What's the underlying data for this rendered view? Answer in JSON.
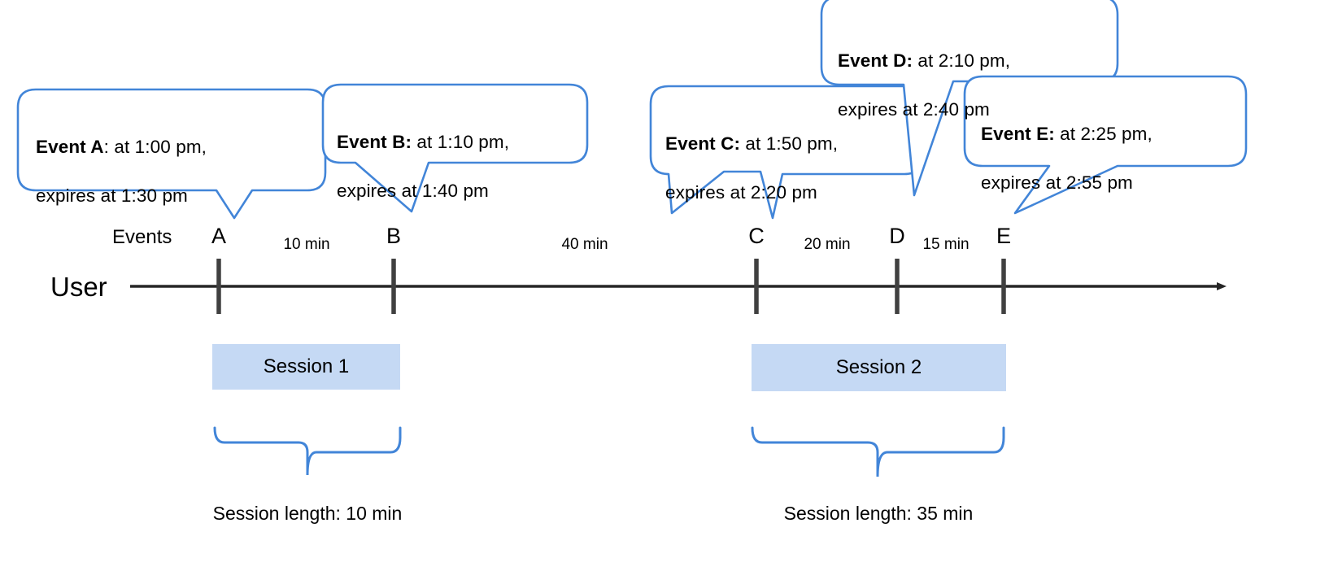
{
  "diagram": {
    "title": "User session timeline with event expiry callouts",
    "accent_color": "#4285d8",
    "session_fill": "#c5d9f4",
    "axis_color": "#404040",
    "text_color": "#000000"
  },
  "callouts": [
    {
      "id": "event-a",
      "event_name": "Event A",
      "separator": ":",
      "line1_rest": " at 1:00 pm,",
      "line2": "expires at 1:30 pm",
      "full_text": "Event A: at 1:00 pm, expires at 1:30 pm",
      "start_time": "1:00 pm",
      "expires_time": "1:30 pm"
    },
    {
      "id": "event-b",
      "event_name": "Event B:",
      "separator": "",
      "line1_rest": " at 1:10 pm,",
      "line2": "expires at 1:40 pm",
      "full_text": "Event B: at 1:10 pm, expires at 1:40 pm",
      "start_time": "1:10 pm",
      "expires_time": "1:40 pm"
    },
    {
      "id": "event-c",
      "event_name": "Event C:",
      "separator": "",
      "line1_rest": " at 1:50 pm,",
      "line2": "expires at 2:20 pm",
      "full_text": "Event C: at 1:50 pm, expires at 2:20 pm",
      "start_time": "1:50 pm",
      "expires_time": "2:20 pm"
    },
    {
      "id": "event-d",
      "event_name": "Event D:",
      "separator": "",
      "line1_rest": " at 2:10 pm,",
      "line2": "expires at 2:40 pm",
      "full_text": "Event D: at 2:10 pm, expires at 2:40 pm",
      "start_time": "2:10 pm",
      "expires_time": "2:40 pm"
    },
    {
      "id": "event-e",
      "event_name": "Event E:",
      "separator": "",
      "line1_rest": " at 2:25 pm,",
      "line2": "expires at 2:55 pm",
      "full_text": "Event E: at 2:25 pm, expires at 2:55 pm",
      "start_time": "2:25 pm",
      "expires_time": "2:55 pm"
    }
  ],
  "axis": {
    "row_label": "User",
    "events_label": "Events",
    "ticks": [
      {
        "letter": "A"
      },
      {
        "letter": "B"
      },
      {
        "letter": "C"
      },
      {
        "letter": "D"
      },
      {
        "letter": "E"
      }
    ],
    "gaps": [
      {
        "label": "10 min",
        "from": "A",
        "to": "B"
      },
      {
        "label": "40 min",
        "from": "B",
        "to": "C"
      },
      {
        "label": "20 min",
        "from": "C",
        "to": "D"
      },
      {
        "label": "15 min",
        "from": "D",
        "to": "E"
      }
    ]
  },
  "sessions": [
    {
      "name": "Session 1",
      "length_label": "Session length: 10 min"
    },
    {
      "name": "Session 2",
      "length_label": "Session length: 35 min"
    }
  ],
  "chart_data": {
    "type": "timeline",
    "title": "User session timeline",
    "axis_label": "User",
    "series_label": "Events",
    "events": [
      {
        "letter": "A",
        "time": "1:00 pm",
        "expires": "1:30 pm",
        "session": "Session 1"
      },
      {
        "letter": "B",
        "time": "1:10 pm",
        "expires": "1:40 pm",
        "session": "Session 1"
      },
      {
        "letter": "C",
        "time": "1:50 pm",
        "expires": "2:20 pm",
        "session": "Session 2"
      },
      {
        "letter": "D",
        "time": "2:10 pm",
        "expires": "2:40 pm",
        "session": "Session 2"
      },
      {
        "letter": "E",
        "time": "2:25 pm",
        "expires": "2:55 pm",
        "session": "Session 2"
      }
    ],
    "intervals": [
      {
        "from": "A",
        "to": "B",
        "minutes": 10,
        "label": "10 min"
      },
      {
        "from": "B",
        "to": "C",
        "minutes": 40,
        "label": "40 min"
      },
      {
        "from": "C",
        "to": "D",
        "minutes": 20,
        "label": "20 min"
      },
      {
        "from": "D",
        "to": "E",
        "minutes": 15,
        "label": "15 min"
      }
    ],
    "sessions": [
      {
        "name": "Session 1",
        "events": [
          "A",
          "B"
        ],
        "length_minutes": 10,
        "length_label": "Session length: 10 min"
      },
      {
        "name": "Session 2",
        "events": [
          "C",
          "D",
          "E"
        ],
        "length_minutes": 35,
        "length_label": "Session length: 35 min"
      }
    ]
  }
}
